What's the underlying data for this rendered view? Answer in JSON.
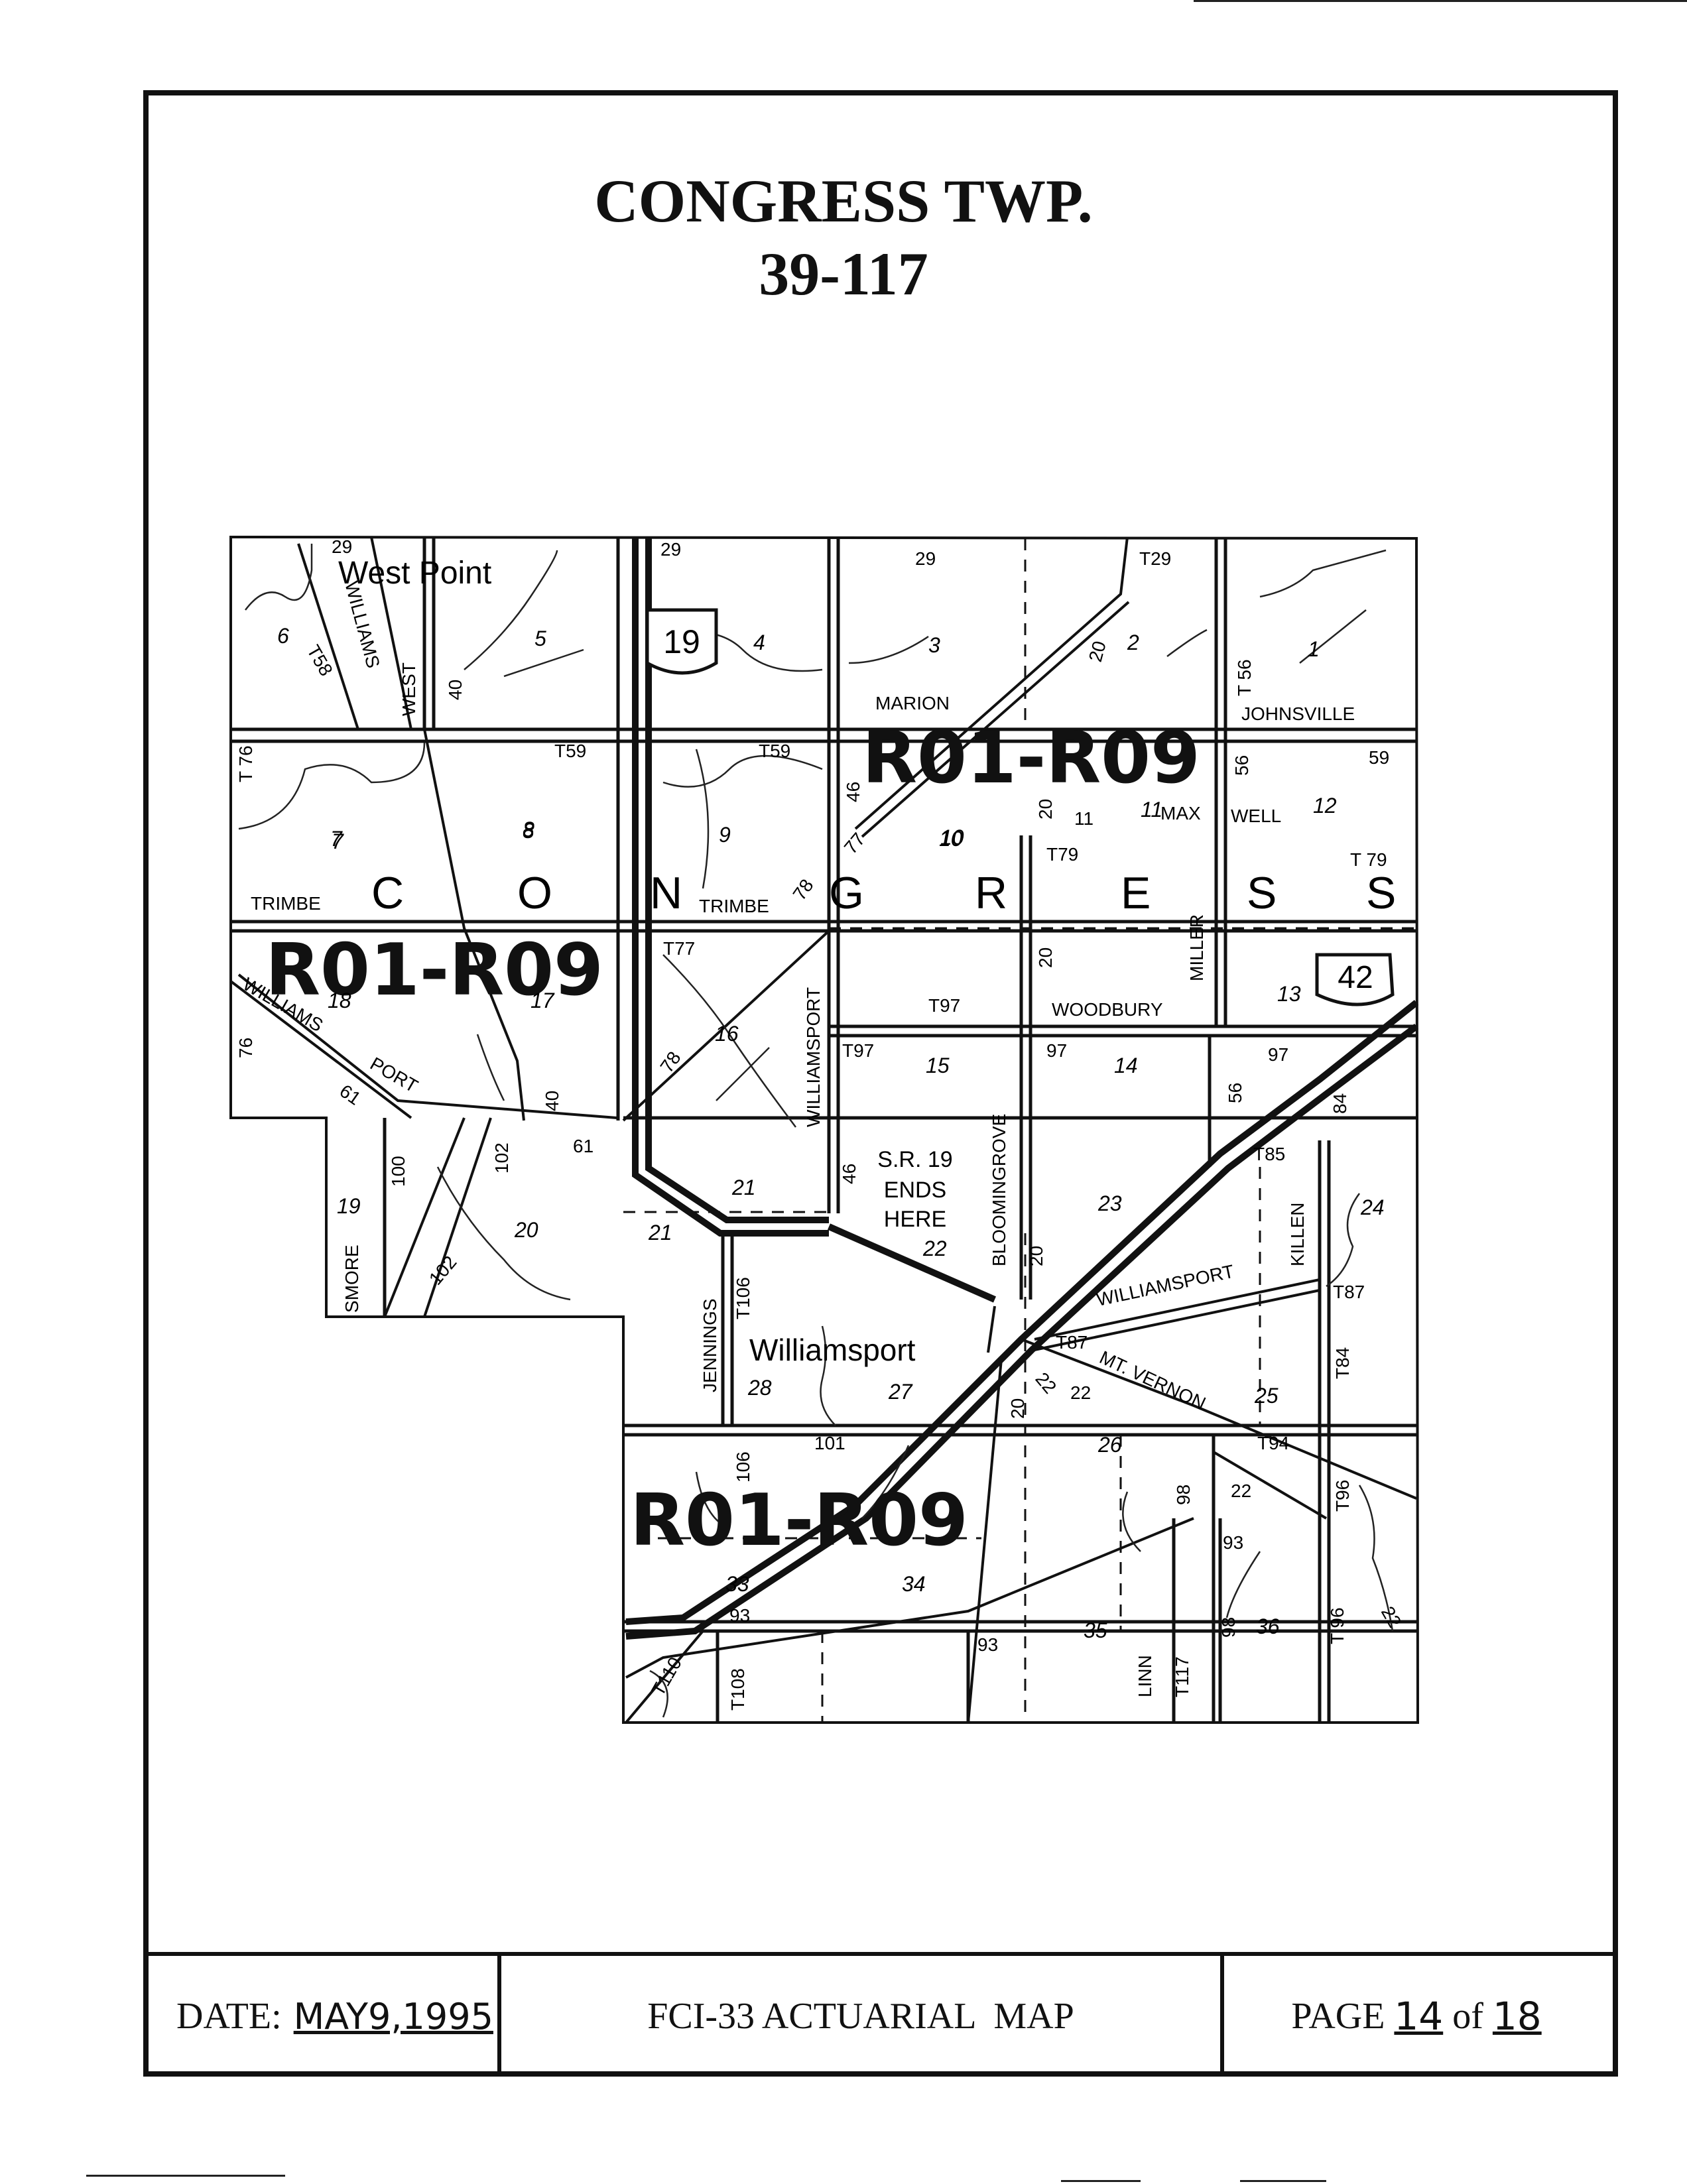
{
  "header": {
    "title": "CONGRESS TWP.",
    "code": "39-117"
  },
  "map": {
    "stamps": [
      "R01-R09",
      "R01-R09",
      "R01-R09"
    ],
    "twp_letters": [
      "C",
      "O",
      "N",
      "G",
      "R",
      "E",
      "S",
      "S"
    ],
    "places": {
      "west_point": "West Point",
      "williamsport": "Williamsport",
      "sr_note": [
        "S.R. 19",
        "ENDS",
        "HERE"
      ]
    },
    "roads": {
      "williams": "WILLIAMS",
      "west": "WEST",
      "t58": "T58",
      "r40": "40",
      "r40b": "40",
      "t76": "T 76",
      "r76": "76",
      "t59a": "T59",
      "t59b": "T59",
      "trimbe_w": "TRIMBE",
      "trimbe_e": "TRIMBE",
      "r78a": "78",
      "r78b": "78",
      "r46a": "46",
      "r46b": "46",
      "r77": "77",
      "marion": "MARION",
      "johnsville": "JOHNSVILLE",
      "t56": "T 56",
      "r56": "56",
      "r59": "59",
      "max": "MAX",
      "well": "WELL",
      "t79a": "T79",
      "t79b": "T 79",
      "r20a": "20",
      "r20b": "20",
      "r20c": "20",
      "r20d": "20",
      "r20e": "20",
      "miller": "MILLER",
      "woodbury": "WOODBURY",
      "t97a": "T97",
      "t97b": "T97",
      "r97a": "97",
      "r97b": "97",
      "t77": "T77",
      "williamsport_ns": "WILLIAMSPORT",
      "williams_port1": "WILLIAMS",
      "williams_port2": "PORT",
      "r61a": "61",
      "r61b": "61",
      "r100": "100",
      "r102a": "102",
      "r102b": "102",
      "smore": "SMORE",
      "bloomingrove": "BLOOMINGROVE",
      "r56b": "56",
      "r84": "84",
      "t85": "T85",
      "killen": "KILLEN",
      "williamsport_ew": "WILLIAMSPORT",
      "t87a": "T87",
      "t87b": "T87",
      "t84": "T84",
      "mt_vernon": "MT. VERNON",
      "r22a": "22",
      "r22b": "22",
      "r22c": "22",
      "r22d": "22",
      "t94": "T94",
      "t96": "T96",
      "t96b": "T 96",
      "r98a": "98",
      "r98b": "98",
      "r93a": "93",
      "r93b": "93",
      "r93c": "93",
      "jennings": "JENNINGS",
      "t106": "T106",
      "r106": "106",
      "r101": "101",
      "t110": "T110",
      "t108": "T108",
      "linn": "LINN",
      "t117": "T117",
      "r29a": "29",
      "r29b": "29",
      "r29c": "29",
      "t29": "T29",
      "r11": "11",
      "r10": "10",
      "r7": "7",
      "r8": "8"
    },
    "route_shields": {
      "state": "19",
      "us": "42"
    },
    "sections": [
      "1",
      "2",
      "3",
      "4",
      "5",
      "6",
      "7",
      "8",
      "9",
      "10",
      "11",
      "12",
      "13",
      "14",
      "15",
      "16",
      "17",
      "18",
      "19",
      "20",
      "21",
      "21",
      "22",
      "23",
      "24",
      "25",
      "26",
      "27",
      "28",
      "33",
      "34",
      "35",
      "36"
    ]
  },
  "footer": {
    "date_label": "DATE:",
    "date_value": "MAY9,1995",
    "map_name": "FCI-33 ACTUARIAL  MAP",
    "page_label": "PAGE",
    "page_num": "14",
    "page_of": "of",
    "page_total": "18"
  }
}
